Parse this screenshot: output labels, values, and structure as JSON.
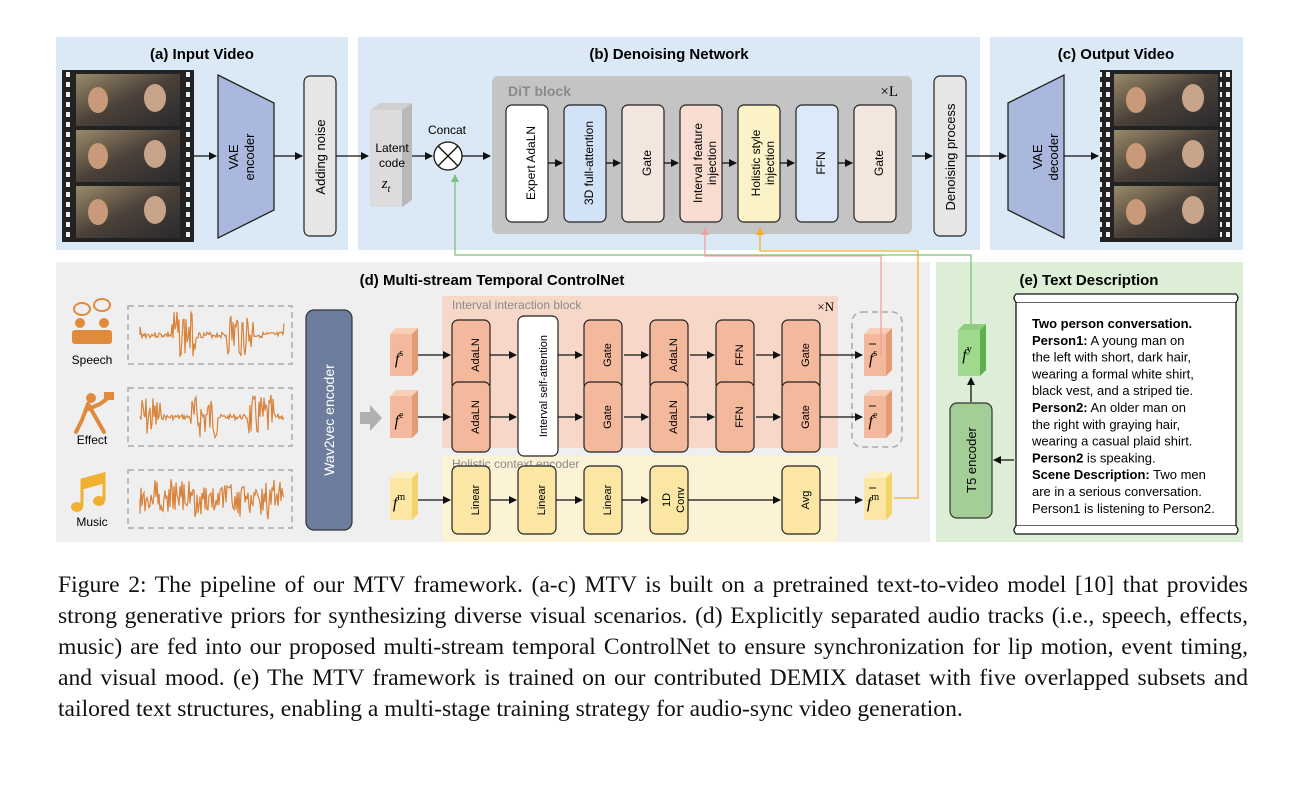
{
  "sections": {
    "input_video": "(a) Input Video",
    "denoising": "(b) Denoising Network",
    "output_video": "(c) Output Video",
    "controlnet": "(d) Multi-stream Temporal ControlNet",
    "text_desc": "(e) Text Description"
  },
  "input": {
    "vae_encoder": [
      "VAE",
      "encoder"
    ],
    "adding_noise": "Adding noise",
    "latent": [
      "Latent",
      "code"
    ],
    "latent_symbol": "z",
    "latent_sub": "t",
    "concat": "Concat"
  },
  "dit": {
    "title": "DiT block",
    "repeat": "×L",
    "blocks": [
      [
        "Expert AdaLN"
      ],
      [
        "3D full-attention"
      ],
      [
        "Gate"
      ],
      [
        "Interval feature",
        "injection"
      ],
      [
        "Holistic style",
        "injection"
      ],
      [
        "FFN"
      ],
      [
        "Gate"
      ]
    ]
  },
  "output": {
    "denoising_process": "Denoising process",
    "vae_decoder": [
      "VAE",
      "decoder"
    ]
  },
  "audio": {
    "streams": [
      "Speech",
      "Effect",
      "Music"
    ],
    "encoder": "Wav2vec encoder"
  },
  "interval": {
    "title": "Interval interaction block",
    "repeat": "×N",
    "row_blocks": [
      "AdaLN",
      "Gate",
      "AdaLN",
      "FFN",
      "Gate"
    ],
    "self_attention": "Interval self-attention"
  },
  "holistic": {
    "title": "Holistic context encoder",
    "blocks": [
      "Linear",
      "Linear",
      "Linear",
      "1D Conv",
      "Avg"
    ]
  },
  "features": {
    "f": "f",
    "s": "s",
    "e": "e",
    "m": "m",
    "y": "y"
  },
  "text": {
    "t5": "T5 encoder",
    "lines": [
      {
        "b": "Two person conversation.",
        "t": ""
      },
      {
        "b": "Person1:",
        "t": " A young man on"
      },
      {
        "b": "",
        "t": "the left with short, dark hair,"
      },
      {
        "b": "",
        "t": "wearing a formal white shirt,"
      },
      {
        "b": "",
        "t": "black vest, and a striped tie."
      },
      {
        "b": "Person2:",
        "t": " An older man on"
      },
      {
        "b": "",
        "t": "the right with graying hair,"
      },
      {
        "b": "",
        "t": "wearing a casual plaid shirt."
      },
      {
        "b": "Person2",
        "t": " is speaking."
      },
      {
        "b": "Scene Description:",
        "t": " Two men"
      },
      {
        "b": "",
        "t": "are in a serious conversation."
      },
      {
        "b": "",
        "t": "Person1 is listening to Person2."
      }
    ]
  },
  "caption": [
    "Figure 2: The pipeline of our MTV framework. (a-c) MTV is built on a pretrained text-to-video model [10] that provides strong generative priors for synthesizing diverse visual scenarios. (d) Explicitly separated audio tracks (i.e., speech, effects, music) are fed into our proposed multi-stream temporal ControlNet to ensure synchronization for lip motion, event timing, and visual mood. (e) The MTV framework is trained on our contributed DEMIX dataset with five overlapped subsets and tailored text structures, enabling a multi-stage training strategy for audio-sync video generation."
  ]
}
